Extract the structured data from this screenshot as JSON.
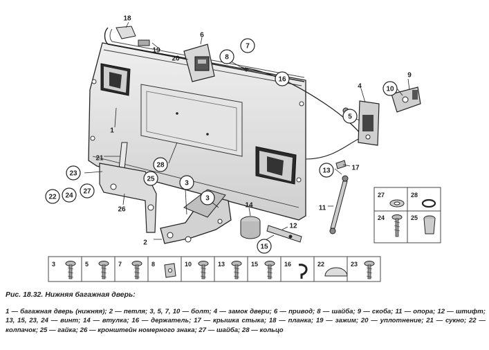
{
  "caption": {
    "title": "Рис. 18.32. Нижняя багажная дверь:",
    "legend": "1 — багажная дверь (нижняя); 2 — петля; 3, 5, 7, 10 — болт; 4 — замок двери; 6 — привод; 8 — шайба; 9 — скоба; 11 — опора; 12 — штифт; 13, 15, 23, 24 — винт; 14 — втулка; 16 — держатель; 17 — крышка стыка; 18 — планка; 19 — зажим; 20 — уплотнение; 21 — сукно; 22 — колпачок; 25 — гайка; 26 — кронштейн номерного знака; 27 — шайба; 28 — кольцо"
  },
  "callouts": [
    {
      "id": "18",
      "label": "18",
      "circled": false
    },
    {
      "id": "19",
      "label": "19",
      "circled": false
    },
    {
      "id": "20",
      "label": "20",
      "circled": false
    },
    {
      "id": "6",
      "label": "6",
      "circled": false
    },
    {
      "id": "7",
      "label": "7",
      "circled": true
    },
    {
      "id": "8",
      "label": "8",
      "circled": true
    },
    {
      "id": "16",
      "label": "16",
      "circled": true
    },
    {
      "id": "9",
      "label": "9",
      "circled": false
    },
    {
      "id": "10",
      "label": "10",
      "circled": true
    },
    {
      "id": "4",
      "label": "4",
      "circled": false
    },
    {
      "id": "5",
      "label": "5",
      "circled": true
    },
    {
      "id": "1",
      "label": "1",
      "circled": false
    },
    {
      "id": "21",
      "label": "21",
      "circled": false
    },
    {
      "id": "28",
      "label": "28",
      "circled": true
    },
    {
      "id": "13",
      "label": "13",
      "circled": true
    },
    {
      "id": "17",
      "label": "17",
      "circled": false
    },
    {
      "id": "23",
      "label": "23",
      "circled": true
    },
    {
      "id": "25",
      "label": "25",
      "circled": true
    },
    {
      "id": "3a",
      "label": "3",
      "circled": true
    },
    {
      "id": "3b",
      "label": "3",
      "circled": true
    },
    {
      "id": "22",
      "label": "22",
      "circled": true
    },
    {
      "id": "24",
      "label": "24",
      "circled": true
    },
    {
      "id": "27",
      "label": "27",
      "circled": true
    },
    {
      "id": "26",
      "label": "26",
      "circled": false
    },
    {
      "id": "14",
      "label": "14",
      "circled": false
    },
    {
      "id": "12",
      "label": "12",
      "circled": false
    },
    {
      "id": "11",
      "label": "11",
      "circled": false
    },
    {
      "id": "2",
      "label": "2",
      "circled": false
    },
    {
      "id": "15",
      "label": "15",
      "circled": true
    }
  ],
  "hardware_strip": [
    {
      "label": "3",
      "part": "bolt"
    },
    {
      "label": "5",
      "part": "bolt"
    },
    {
      "label": "7",
      "part": "bolt"
    },
    {
      "label": "8",
      "part": "washer"
    },
    {
      "label": "10",
      "part": "bolt"
    },
    {
      "label": "13",
      "part": "screw"
    },
    {
      "label": "15",
      "part": "screw"
    },
    {
      "label": "16",
      "part": "holder"
    },
    {
      "label": "22",
      "part": "cap"
    },
    {
      "label": "23",
      "part": "screw"
    }
  ],
  "hardware_grid": [
    {
      "label": "27",
      "part": "washer"
    },
    {
      "label": "28",
      "part": "ring"
    },
    {
      "label": "24",
      "part": "screw"
    },
    {
      "label": "25",
      "part": "nut"
    }
  ]
}
